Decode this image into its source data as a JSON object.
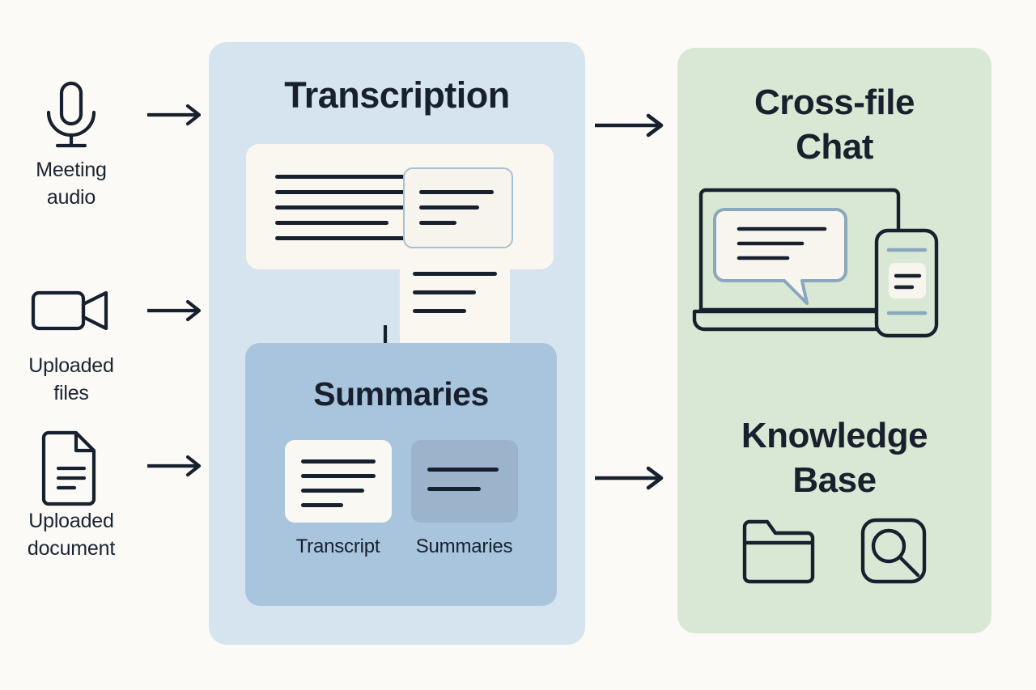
{
  "diagram": {
    "background_color": "#fbfaf6",
    "inputs": [
      {
        "icon": "microphone-icon",
        "label": "Meeting\naudio"
      },
      {
        "icon": "video-camera-icon",
        "label": "Uploaded\nfiles"
      },
      {
        "icon": "document-icon",
        "label": "Uploaded\ndocument"
      }
    ],
    "processing_panel": {
      "color": "#d6e4f0",
      "title": "Transcription",
      "summaries": {
        "color": "#a9c5dd",
        "title": "Summaries",
        "thumbnails": [
          {
            "caption": "Transcript",
            "style": "cream",
            "lines": 4
          },
          {
            "caption": "Summaries",
            "style": "slate",
            "lines": 2
          }
        ]
      }
    },
    "output_panel": {
      "color": "#d9e8d4",
      "sections": [
        {
          "title": "Cross-file\nChat",
          "illustration": "laptop-phone-chat"
        },
        {
          "title": "Knowledge\nBase",
          "illustration": "folder-search"
        }
      ]
    },
    "connectors": {
      "input_arrows": 3,
      "panel_arrows": 2,
      "vertical_arrow": 1,
      "color": "#17202e"
    }
  }
}
